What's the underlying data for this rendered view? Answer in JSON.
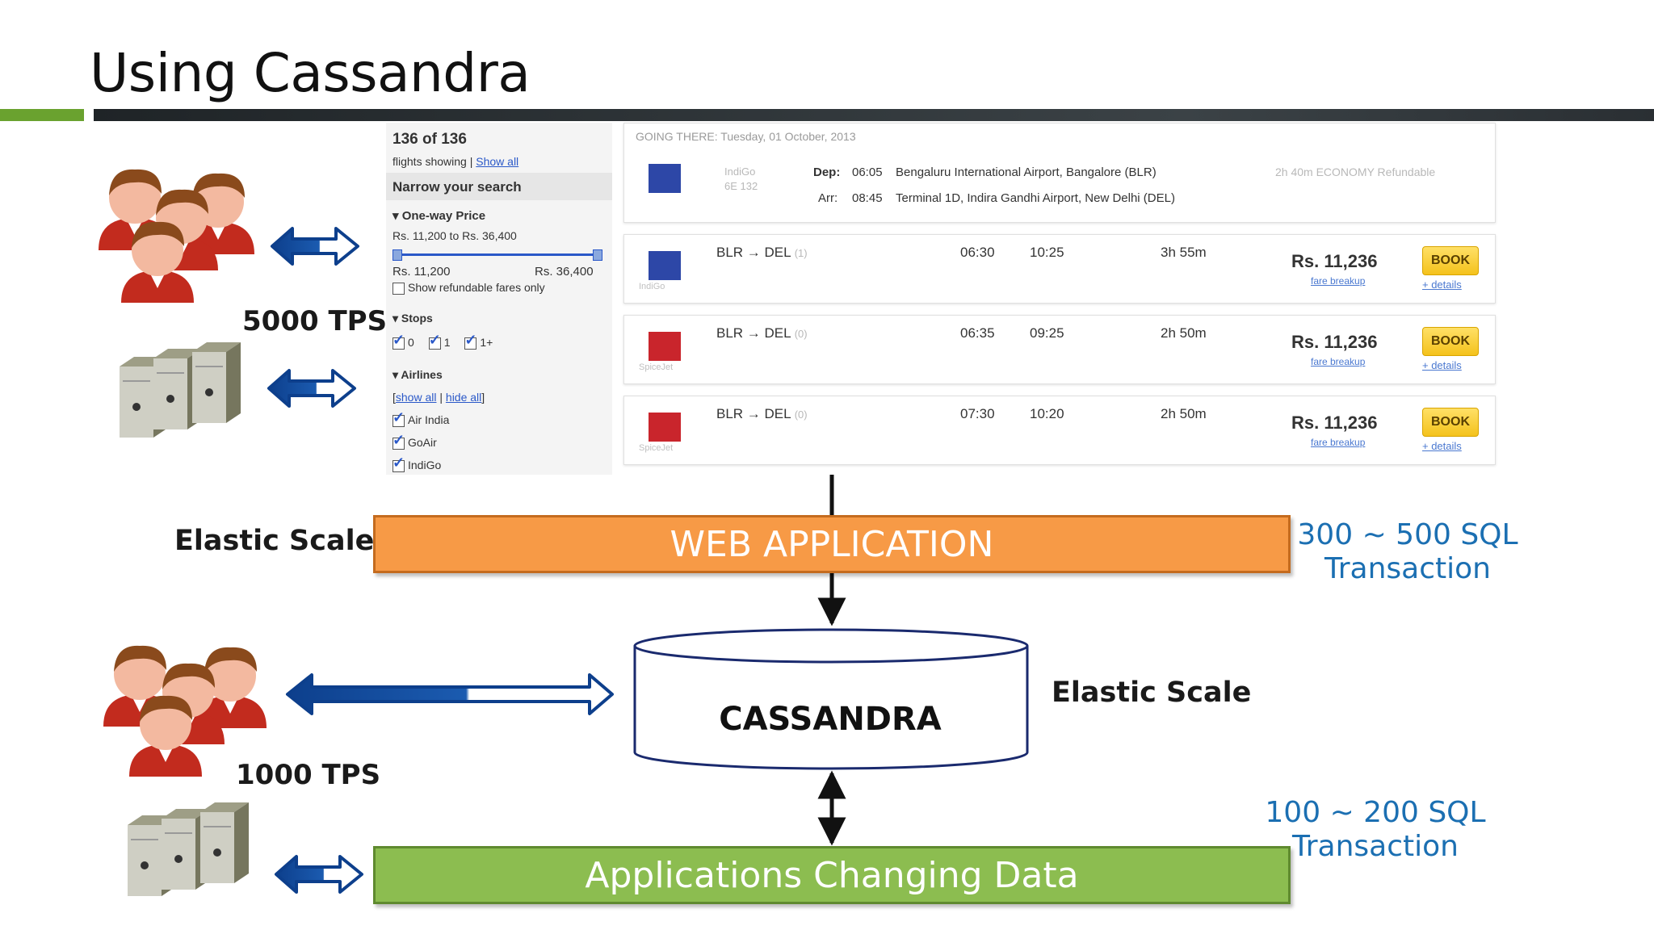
{
  "slide": {
    "title": "Using Cassandra"
  },
  "labels": {
    "tps_top": "5000 TPS",
    "tps_bottom": "1000 TPS",
    "elastic_web": "Elastic Scale",
    "elastic_cassandra": "Elastic Scale",
    "web_sql_line1": "300 ~ 500 SQL",
    "web_sql_line2": "Transaction",
    "app_sql_line1": "100 ~ 200 SQL",
    "app_sql_line2": "Transaction"
  },
  "boxes": {
    "web_application": "WEB APPLICATION",
    "cassandra": "CASSANDRA",
    "applications_changing_data": "Applications Changing Data"
  },
  "colors": {
    "web_box": "#f79a46",
    "app_box": "#8cbd50",
    "accent_green": "#6aa22f",
    "sql_blue": "#1b6fb2",
    "arrow_blue": "#0d3f8c"
  },
  "screenshot": {
    "sidebar": {
      "count": "136 of 136",
      "flights_showing": "flights showing |",
      "show_all": "Show all",
      "narrow": "Narrow your search",
      "price_header": "One-way Price",
      "price_range": "Rs. 11,200 to Rs. 36,400",
      "slider_min": "Rs. 11,200",
      "slider_max": "Rs. 36,400",
      "refundable": "Show refundable fares only",
      "stops_header": "Stops",
      "stops": [
        "0",
        "1",
        "1+"
      ],
      "airlines_header": "Airlines",
      "show_all_airlines": "show all",
      "hide_all_airlines": "hide all",
      "airlines": [
        "Air India",
        "GoAir",
        "IndiGo"
      ]
    },
    "detail": {
      "heading": "GOING THERE: Tuesday, 01 October, 2013",
      "airline": "IndiGo",
      "flight_no": "6E 132",
      "dep_label": "Dep:",
      "dep_time": "06:05",
      "dep_airport": "Bengaluru International Airport, Bangalore (BLR)",
      "arr_label": "Arr:",
      "arr_time": "08:45",
      "arr_airport": "Terminal 1D, Indira Gandhi Airport, New Delhi (DEL)",
      "meta": "2h 40m  ECONOMY  Refundable"
    },
    "results": [
      {
        "airline": "IndiGo",
        "route": "BLR → DEL",
        "stops": "(1)",
        "dep": "06:30",
        "arr": "10:25",
        "duration": "3h 55m",
        "price": "Rs. 11,236",
        "fare": "fare breakup",
        "book": "BOOK",
        "details": "+ details"
      },
      {
        "airline": "SpiceJet",
        "route": "BLR → DEL",
        "stops": "(0)",
        "dep": "06:35",
        "arr": "09:25",
        "duration": "2h 50m",
        "price": "Rs. 11,236",
        "fare": "fare breakup",
        "book": "BOOK",
        "details": "+ details"
      },
      {
        "airline": "SpiceJet",
        "route": "BLR → DEL",
        "stops": "(0)",
        "dep": "07:30",
        "arr": "10:20",
        "duration": "2h 50m",
        "price": "Rs. 11,236",
        "fare": "fare breakup",
        "book": "BOOK",
        "details": "+ details"
      }
    ]
  }
}
